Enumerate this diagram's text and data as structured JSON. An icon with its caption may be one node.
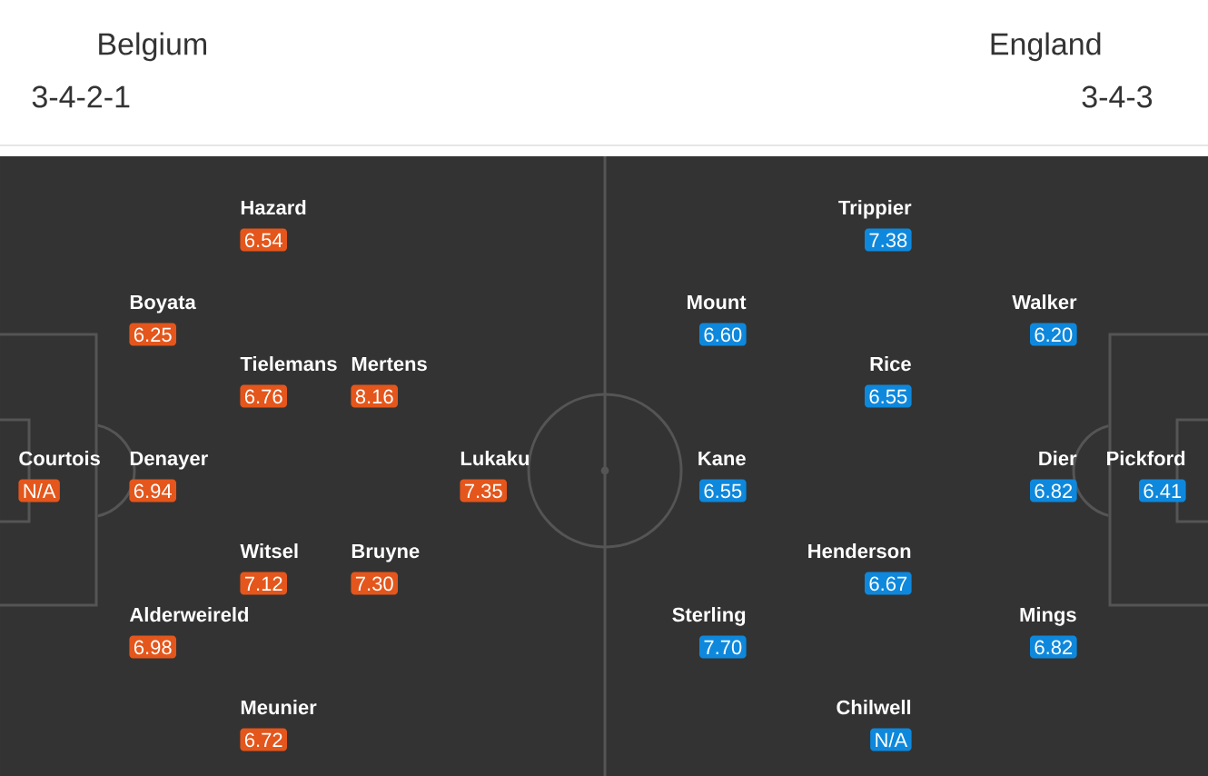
{
  "diagram": {
    "nodes": [
      {
        "text": [
          "Hazard",
          "6.54"
        ]
      },
      {
        "text": [
          "Boyata",
          "6.25"
        ]
      },
      {
        "text": [
          "Tielemans",
          "6.76"
        ]
      },
      {
        "text": [
          "Mertens",
          "8.16"
        ]
      },
      {
        "text": [
          "Courtois",
          "N/A"
        ]
      },
      {
        "text": [
          "Denayer",
          "6.94"
        ]
      },
      {
        "text": [
          "Lukaku",
          "7.35"
        ]
      },
      {
        "text": [
          "Witsel",
          "7.12"
        ]
      },
      {
        "text": [
          "Bruyne",
          "7.30"
        ]
      },
      {
        "text": [
          "Alderweireld",
          "6.98"
        ]
      },
      {
        "text": [
          "Meunier",
          "6.72"
        ]
      },
      {
        "text": [
          "Trippier",
          "7.38"
        ]
      },
      {
        "text": [
          "Mount",
          "6.60"
        ]
      },
      {
        "text": [
          "Walker",
          "6.20"
        ]
      },
      {
        "text": [
          "Rice",
          "6.55"
        ]
      },
      {
        "text": [
          "Kane",
          "6.55"
        ]
      },
      {
        "text": [
          "Dier",
          "6.82"
        ]
      },
      {
        "text": [
          "Pickford",
          "6.41"
        ]
      },
      {
        "text": [
          "Henderson",
          "6.67"
        ]
      },
      {
        "text": [
          "Sterling",
          "7.70"
        ]
      },
      {
        "text": [
          "Mings",
          "6.82"
        ]
      },
      {
        "text": [
          "Chilwell",
          "N/A"
        ]
      }
    ],
    "labels": [
      "Belgium",
      "England",
      "3-4-2-1",
      "3-4-3"
    ]
  }
}
